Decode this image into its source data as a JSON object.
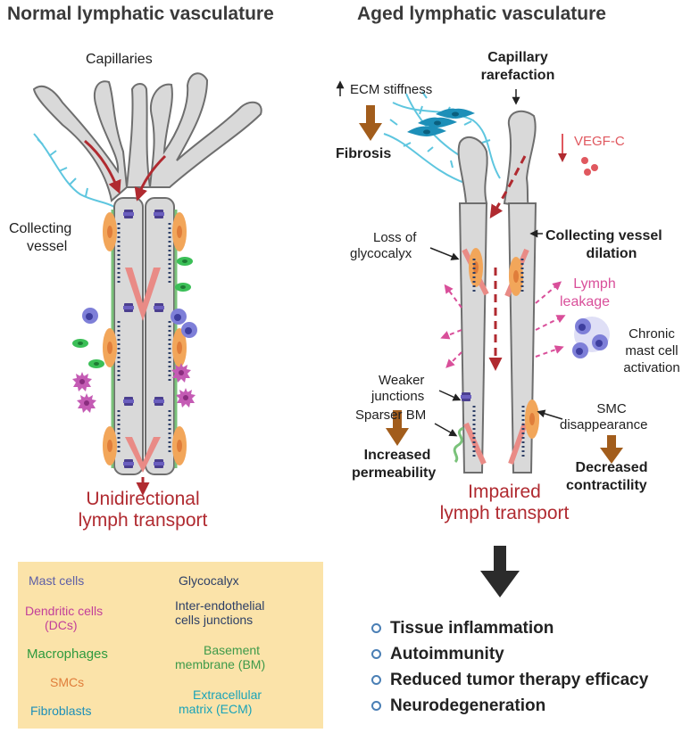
{
  "left_panel": {
    "title": "Normal lymphatic vasculature",
    "capillaries": "Capillaries",
    "collecting_vessel": [
      "Collecting",
      "vessel"
    ],
    "transport": [
      "Unidirectional",
      "lymph transport"
    ]
  },
  "right_panel": {
    "title": "Aged lymphatic vasculature",
    "capillary_rarefaction": [
      "Capillary",
      "rarefaction"
    ],
    "ecm_stiffness": "ECM stiffness",
    "fibrosis": "Fibrosis",
    "vegfc": "VEGF-C",
    "loss_of_glycocalyx": [
      "Loss of",
      "glycocalyx"
    ],
    "collecting_dilation": [
      "Collecting vessel",
      "dilation"
    ],
    "lymph_leakage": [
      "Lymph",
      "leakage"
    ],
    "chronic_mast": [
      "Chronic",
      "mast cell",
      "activation"
    ],
    "weaker_junctions": [
      "Weaker",
      "junctions"
    ],
    "sparser_bm": "Sparser BM",
    "smc_disappearance": [
      "SMC",
      "disappearance"
    ],
    "increased_permeability": [
      "Increased",
      "permeability"
    ],
    "decreased_contractility": [
      "Decreased",
      "contractility"
    ],
    "transport": [
      "Impaired",
      "lymph transport"
    ]
  },
  "legend": {
    "mast_cells": "Mast cells",
    "dendritic_cells": [
      "Dendritic cells",
      "(DCs)"
    ],
    "macrophages": "Macrophages",
    "smcs": "SMCs",
    "fibroblasts": "Fibroblasts",
    "glycocalyx": "Glycocalyx",
    "junctions": [
      "Inter-endothelial",
      "cells junctions"
    ],
    "basement_membrane": [
      "Basement",
      "membrane (BM)"
    ],
    "ecm": [
      "Extracellular",
      "matrix (ECM)"
    ]
  },
  "outcomes": [
    "Tissue inflammation",
    "Autoimmunity",
    "Reduced tumor therapy efficacy",
    "Neurodegeneration"
  ],
  "colors": {
    "vessel_fill": "#d9d9d9",
    "vessel_stroke": "#6e6e6e",
    "smc": "#f2a65a",
    "valve": "#e98b86",
    "red_arrow": "#b02a30",
    "glycocalyx": "#2d3f66",
    "junction": "#4b3f8f",
    "mast": "#7e7fd8",
    "dendritic": "#c45bb4",
    "macrophage": "#3bbf57",
    "fibroblast": "#1d8fb8",
    "ecm": "#5ec6df",
    "basement": "#7ac27a",
    "brown_arrow": "#a25d1c",
    "legend_bg": "#fbe3a9"
  }
}
